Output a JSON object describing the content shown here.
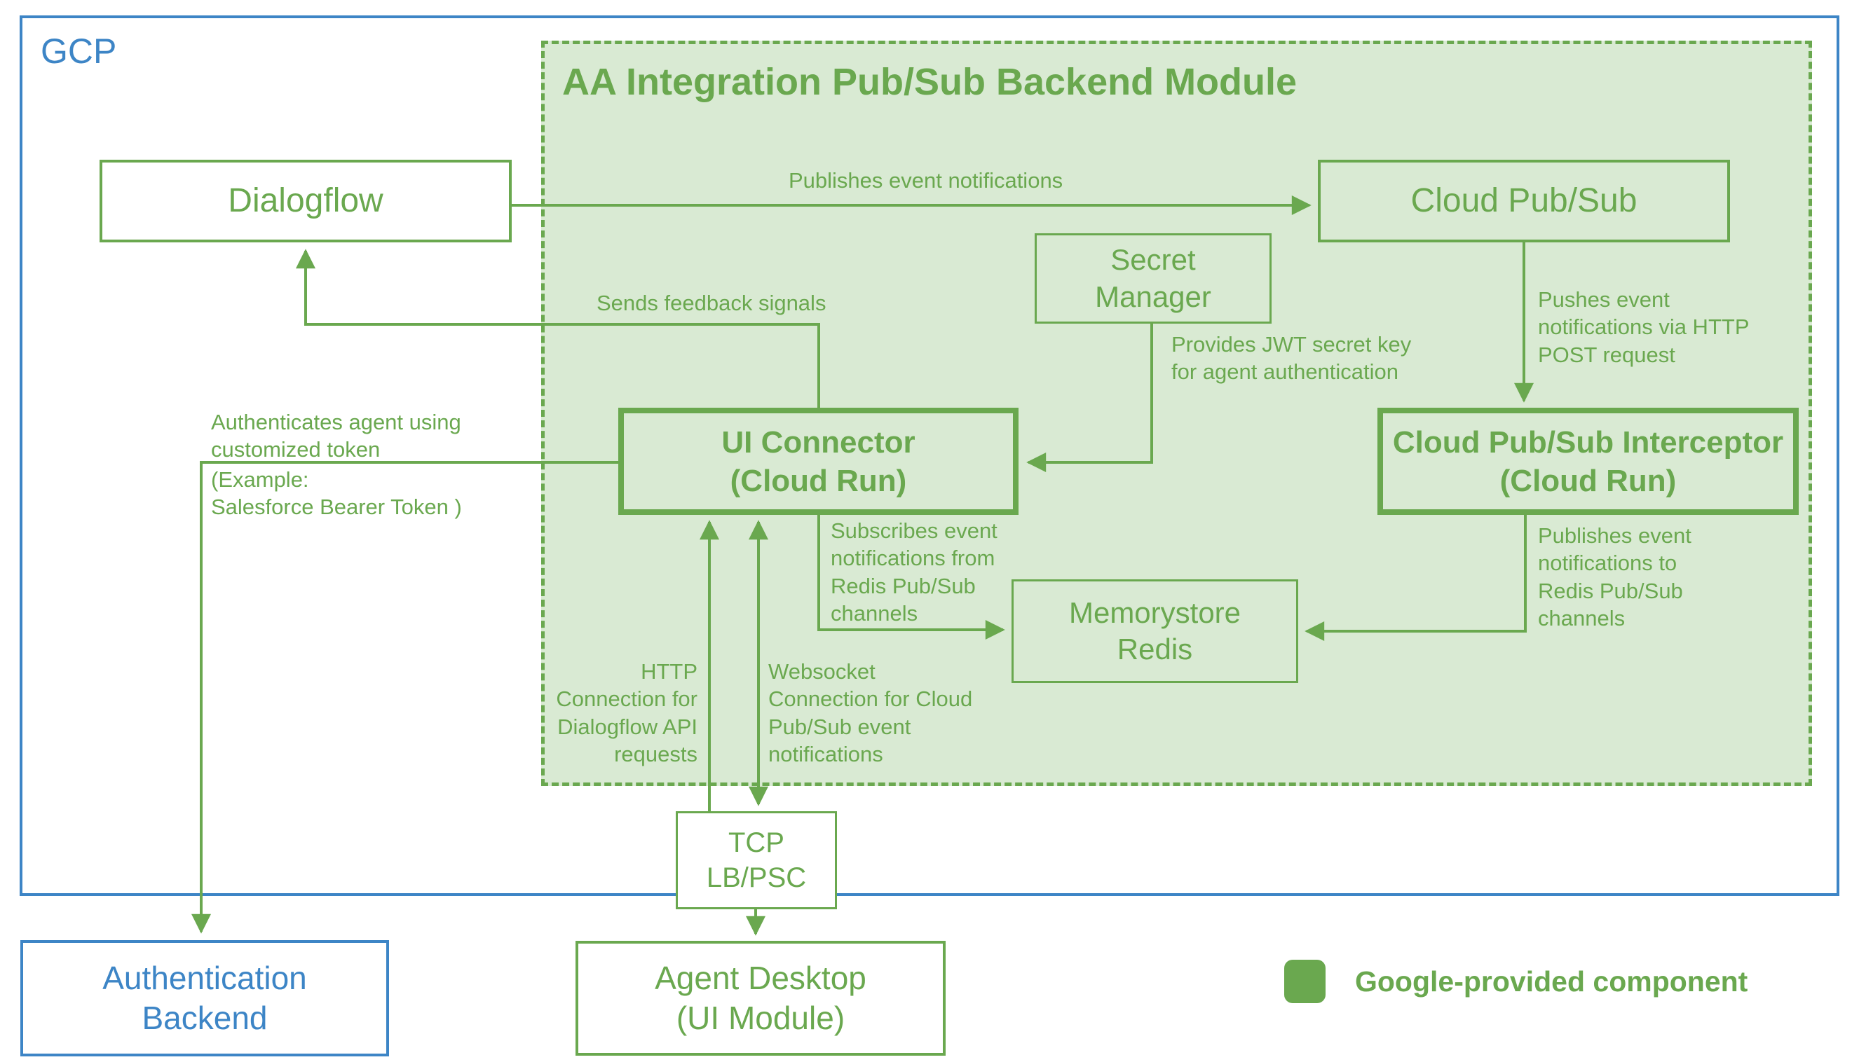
{
  "colors": {
    "green": "#6aa84f",
    "light_green": "#d9ead3",
    "blue": "#3d85c6",
    "white": "#ffffff"
  },
  "gcp": {
    "label": "GCP"
  },
  "module": {
    "title": "AA Integration Pub/Sub Backend Module"
  },
  "nodes": {
    "dialogflow": {
      "label": "Dialogflow"
    },
    "cloud_pubsub": {
      "label": "Cloud Pub/Sub"
    },
    "secret_manager": {
      "label": "Secret\nManager"
    },
    "ui_connector": {
      "label": "UI Connector\n(Cloud Run)"
    },
    "interceptor": {
      "label": "Cloud Pub/Sub Interceptor\n(Cloud Run)"
    },
    "memorystore": {
      "label": "Memorystore\nRedis"
    },
    "tcp_lb": {
      "label": "TCP\nLB/PSC"
    },
    "auth_backend": {
      "label": "Authentication\nBackend"
    },
    "agent_desktop": {
      "label": "Agent Desktop\n(UI Module)"
    }
  },
  "edge_labels": {
    "publishes_event_notifications": "Publishes event notifications",
    "pushes_event_notifications": "Pushes event\nnotifications via HTTP\nPOST request",
    "provides_jwt_secret": "Provides JWT secret key\nfor agent authentication",
    "sends_feedback_signals": "Sends feedback signals",
    "authenticates_agent": "Authenticates agent using\ncustomized token",
    "authenticates_example": "(Example:\nSalesforce Bearer Token )",
    "subscribes_event": "Subscribes event\nnotifications from\nRedis Pub/Sub\nchannels",
    "publishes_to_redis": "Publishes event\nnotifications to\nRedis Pub/Sub\nchannels",
    "http_connection": "HTTP\nConnection for\nDialogflow API\nrequests",
    "websocket_connection": "Websocket\nConnection for Cloud\nPub/Sub event\nnotifications"
  },
  "legend": {
    "label": "Google-provided component"
  }
}
